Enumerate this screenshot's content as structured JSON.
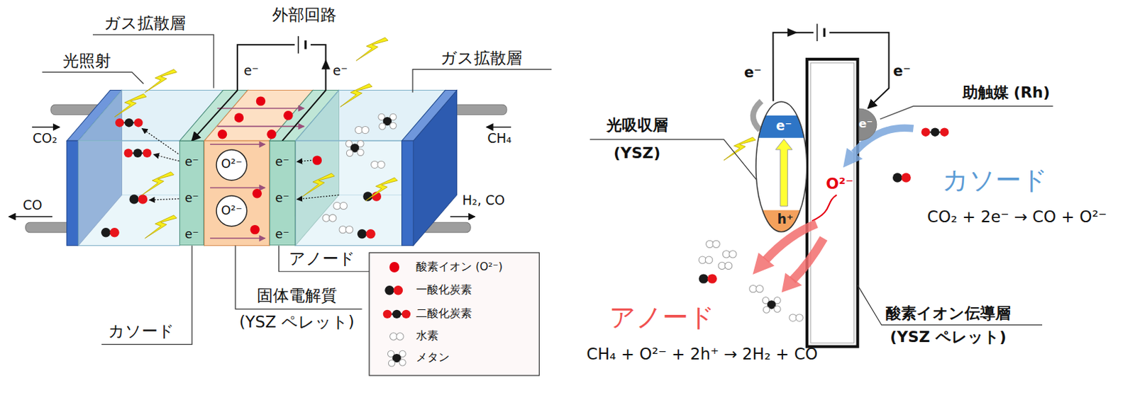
{
  "diagram": {
    "nodes": [
      {
        "text": [
          "e⁻",
          "e⁻",
          "e⁻"
        ]
      },
      {
        "text": [
          "O²⁻"
        ]
      },
      {
        "text": [
          "O²⁻"
        ]
      },
      {
        "text": [
          "e⁻",
          "e⁻",
          "e⁻"
        ]
      },
      {
        "text": [
          "e⁻",
          "h⁺"
        ]
      },
      {
        "text": [
          "e⁻"
        ]
      }
    ],
    "edges": [
      {
        "from": 3,
        "to": 0,
        "arrow": "to"
      },
      {
        "from": 4,
        "to": 5,
        "arrow": "to"
      }
    ],
    "labels": [
      "ガス拡散層",
      "外部回路",
      "e⁻",
      "e⁻",
      "光照射",
      "ガス拡散層",
      "CO₂",
      "CH₄",
      "CO",
      "H₂, CO",
      "アノード",
      "固体電解質",
      "(YSZ ペレット)",
      "カソード",
      "e⁻",
      "e⁻",
      "光吸収層",
      "(YSZ)",
      "助触媒 (Rh)",
      "O²⁻",
      "カソード",
      "CO₂ + 2e⁻ → CO + O²⁻",
      "アノード",
      "CH₄ + O²⁻ + 2h⁺ → 2H₂ + CO",
      "酸素イオン伝導層",
      "(YSZ ペレット)"
    ],
    "legend": [
      {
        "text": "酸素イオン (O²⁻)",
        "color": "#e60012"
      },
      {
        "text": "一酸化炭素"
      },
      {
        "text": "二酸化炭素"
      },
      {
        "text": "水素"
      },
      {
        "text": "メタン"
      }
    ]
  }
}
